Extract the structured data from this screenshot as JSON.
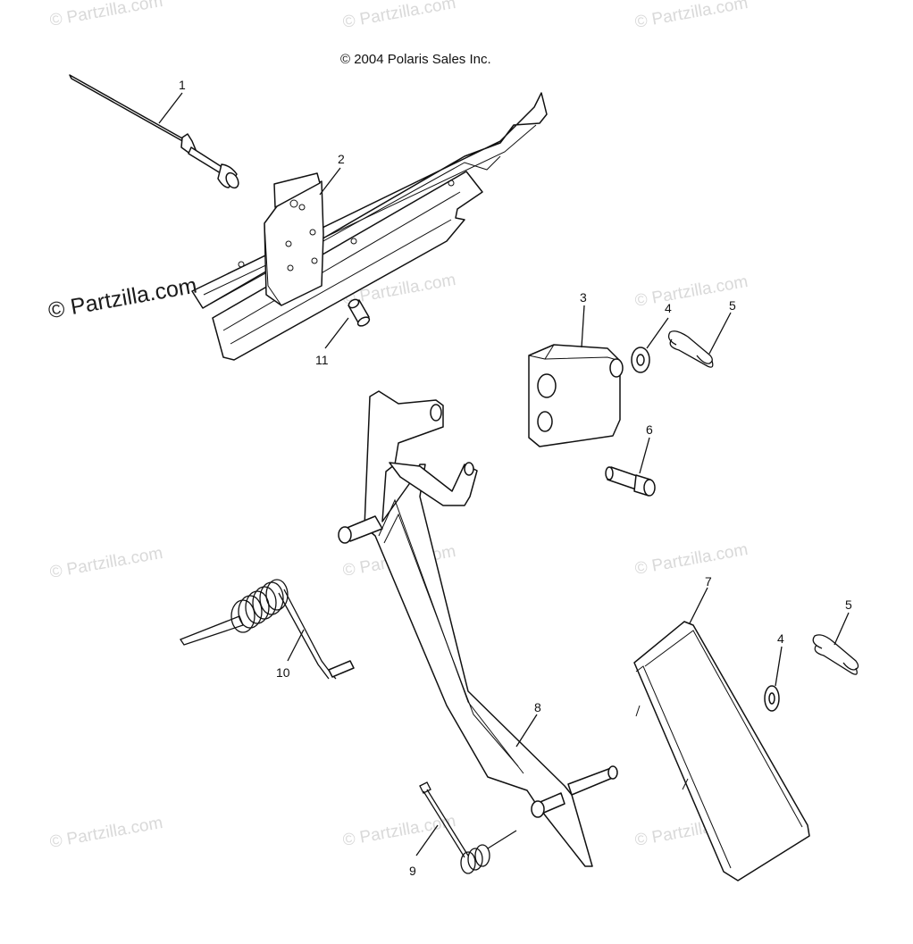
{
  "copyright": "© 2004 Polaris Sales Inc.",
  "watermark": {
    "text": "© Partzilla.com",
    "prominent_text": "© Partzilla.com"
  },
  "callouts": [
    "1",
    "2",
    "3",
    "4",
    "5",
    "6",
    "7",
    "4",
    "5",
    "8",
    "9",
    "10",
    "11"
  ],
  "colors": {
    "line": "#111111",
    "watermark": "#d9d9d9",
    "background": "#ffffff"
  }
}
